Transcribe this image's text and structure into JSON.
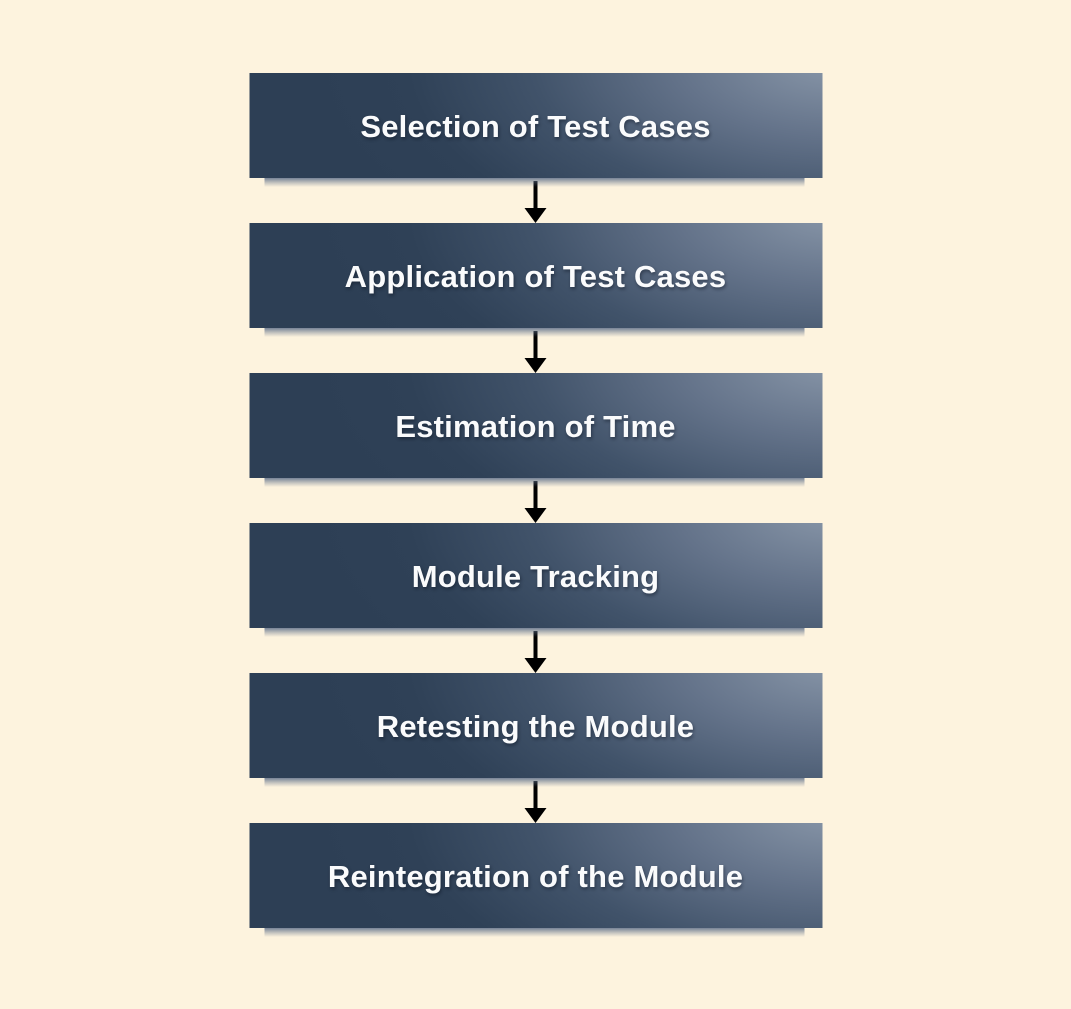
{
  "diagram": {
    "type": "flowchart-vertical",
    "connector": "down-arrow",
    "steps": [
      {
        "label": "Selection of Test Cases"
      },
      {
        "label": "Application of Test Cases"
      },
      {
        "label": "Estimation of Time"
      },
      {
        "label": "Module Tracking"
      },
      {
        "label": "Retesting the Module"
      },
      {
        "label": "Reintegration of the Module"
      }
    ]
  },
  "colors": {
    "background": "#fdf3de",
    "box_dark": "#2d3f55",
    "box_highlight": "#8997a9",
    "box_shadow": "#60708a",
    "text": "#fafbfc",
    "arrow": "#000000"
  }
}
